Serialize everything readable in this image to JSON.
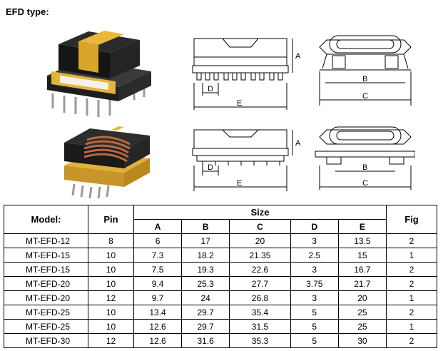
{
  "title": "EFD type:",
  "table": {
    "headers": {
      "model": "Model:",
      "pin": "Pin",
      "size": "Size",
      "fig": "Fig"
    },
    "size_columns": [
      "A",
      "B",
      "C",
      "D",
      "E"
    ],
    "rows": [
      [
        "MT-EFD-12",
        "8",
        "6",
        "17",
        "20",
        "3",
        "13.5",
        "2"
      ],
      [
        "MT-EFD-15",
        "10",
        "7.3",
        "18.2",
        "21.35",
        "2.5",
        "15",
        "1"
      ],
      [
        "MT-EFD-15",
        "10",
        "7.5",
        "19.3",
        "22.6",
        "3",
        "16.7",
        "2"
      ],
      [
        "MT-EFD-20",
        "10",
        "9.4",
        "25.3",
        "27.7",
        "3.75",
        "21.7",
        "2"
      ],
      [
        "MT-EFD-20",
        "12",
        "9.7",
        "24",
        "26.8",
        "3",
        "20",
        "1"
      ],
      [
        "MT-EFD-25",
        "10",
        "13.4",
        "29.7",
        "35.4",
        "5",
        "25",
        "2"
      ],
      [
        "MT-EFD-25",
        "10",
        "12.6",
        "29.7",
        "31.5",
        "5",
        "25",
        "1"
      ],
      [
        "MT-EFD-30",
        "12",
        "12.6",
        "31.6",
        "35.3",
        "5",
        "30",
        "2"
      ]
    ]
  },
  "drawing_labels": {
    "top_front": {
      "a": "A",
      "d": "D",
      "e": "E"
    },
    "top_side": {
      "b": "B",
      "c": "C"
    },
    "bottom_front": {
      "a": "A",
      "d": "D",
      "e": "E"
    },
    "bottom_side": {
      "b": "B",
      "c": "C"
    }
  },
  "colors": {
    "core": "#2b2b2b",
    "bobbin": "#e8b83a",
    "winding": "#b86a3e",
    "pin": "#9a9a9a"
  }
}
